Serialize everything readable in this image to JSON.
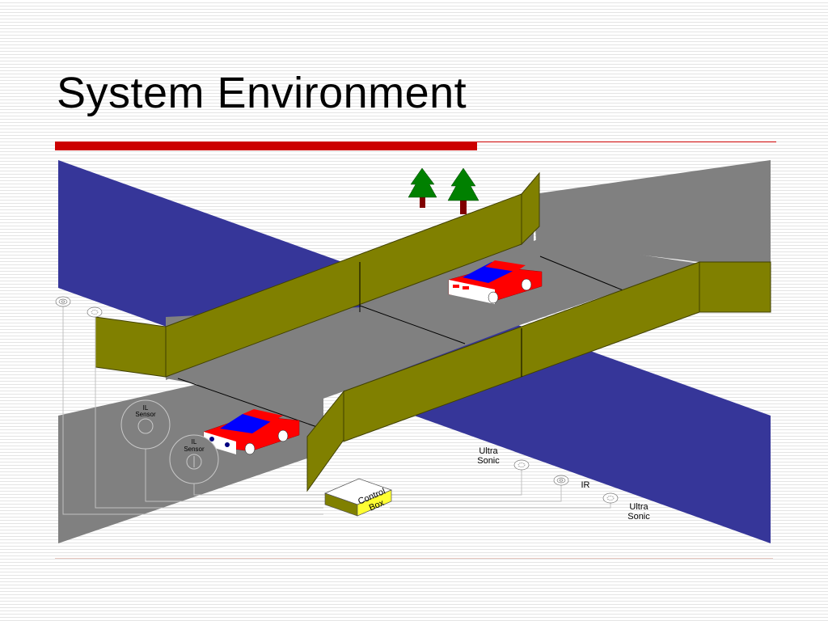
{
  "slide": {
    "title": "System Environment",
    "accent_color": "#cc0000"
  },
  "diagram": {
    "colors": {
      "water": "#363699",
      "road": "#808080",
      "wall": "#808000",
      "car_body": "#ff0000",
      "car_roof": "#0000ff",
      "tree": "#008000",
      "control_box": "#ffff33"
    },
    "labels": {
      "il_sensor_1": [
        "IL",
        "Sensor"
      ],
      "il_sensor_2": [
        "IL",
        "Sensor"
      ],
      "ultrasonic_1": [
        "Ultra",
        "Sonic"
      ],
      "ir": "IR",
      "ultrasonic_2": [
        "Ultra",
        "Sonic"
      ],
      "control_box": [
        "Control",
        "Box"
      ]
    }
  }
}
